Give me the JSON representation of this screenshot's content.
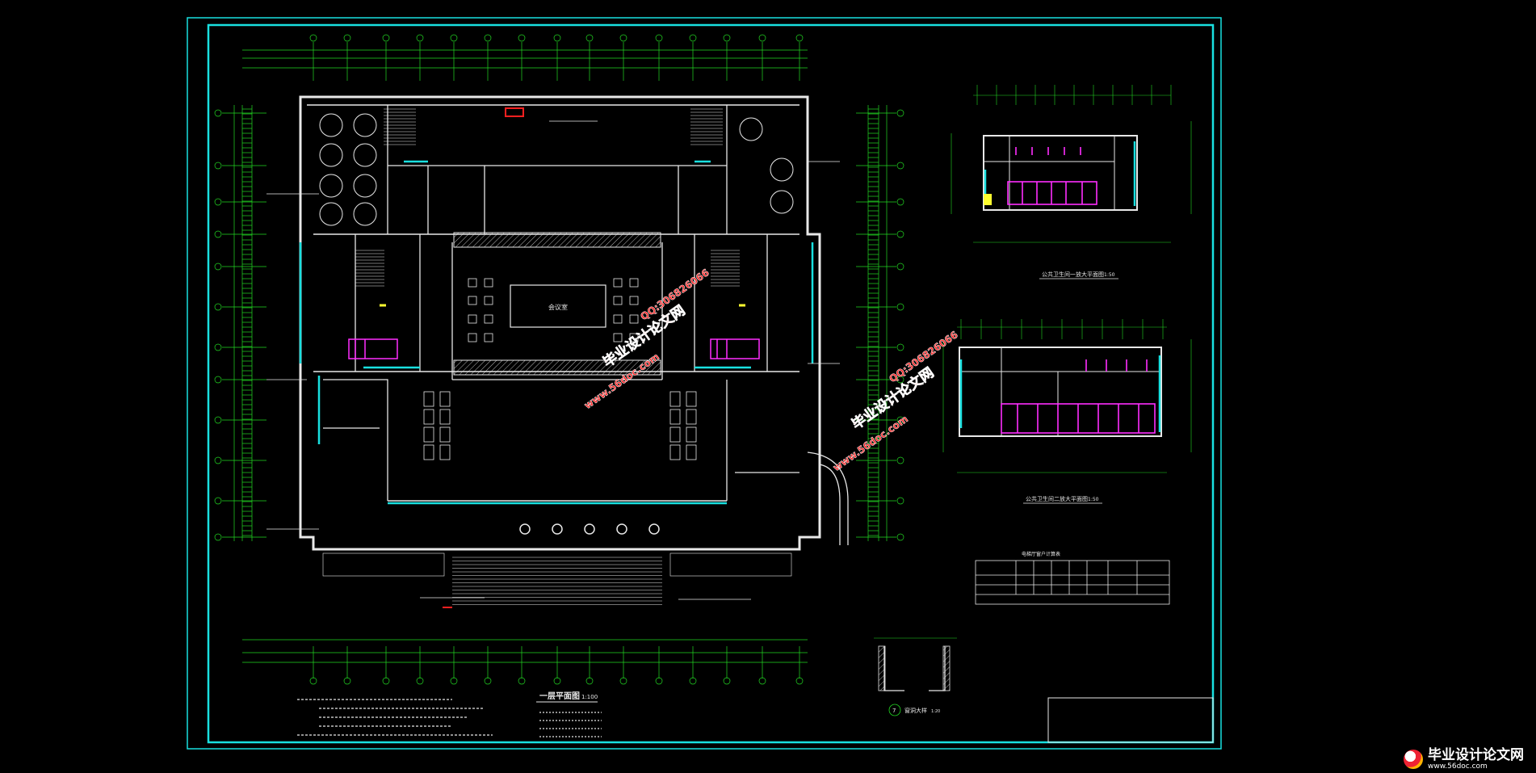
{
  "drawing": {
    "main_plan_title": "一层平面图",
    "main_plan_scale": "1:100",
    "detail1_title": "公共卫生间一放大平面图",
    "detail1_scale": "1:50",
    "detail2_title": "公共卫生间二放大平面图",
    "detail2_scale": "1:50",
    "section_title": "窗洞大样",
    "section_scale": "1:20",
    "section_number": "7",
    "table_title": "电梯厅窗户计算表",
    "room_center": "会议室"
  },
  "watermarks": {
    "site_name": "毕业设计论文网",
    "url": "www.56doc.com",
    "qq": "QQ:306826066"
  },
  "footer_logo": {
    "name": "毕业设计论文网",
    "url": "www.56doc.com"
  },
  "colors": {
    "background": "#000000",
    "frame": "#19e0e0",
    "grid_green": "#22d822",
    "wall": "#ffffff",
    "glass": "#19e0e0",
    "fixture": "#ff2eff",
    "watermark": "#ff2a2a",
    "accent_red": "#ff2020",
    "accent_yellow": "#ffff30"
  }
}
